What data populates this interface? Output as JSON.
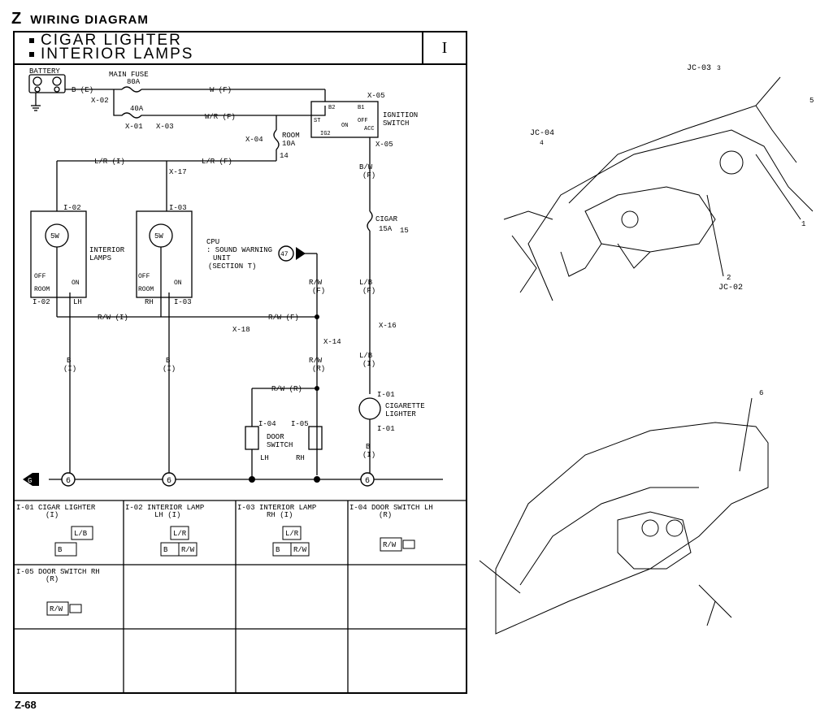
{
  "header": {
    "letter": "Z",
    "title": "WIRING DIAGRAM"
  },
  "footer": {
    "page": "Z-68"
  },
  "panel": {
    "title1": "CIGAR LIGHTER",
    "title2": "INTERIOR LAMPS",
    "section": "I"
  },
  "diagram": {
    "battery": "BATTERY",
    "b_wire": "B (E)",
    "main_fuse": "MAIN FUSE",
    "fuse80": "80A",
    "fuse40": "40A",
    "x02": "X-02",
    "x01": "X-01",
    "x03": "X-03",
    "w_f": "W (F)",
    "wr_f": "W/R (F)",
    "room": "ROOM",
    "room_amp": "10A",
    "x04": "X-04",
    "c14": "14",
    "x05a": "X-05",
    "x05b": "X-05",
    "b2": "B2",
    "b1": "B1",
    "st": "ST",
    "ig2": "IG2",
    "on": "ON",
    "off": "OFF",
    "acc": "ACC",
    "ign1": "IGNITION",
    "ign2": "SWITCH",
    "bw": "B/W",
    "f": "(F)",
    "cigar": "CIGAR",
    "cigar_amp": "15A",
    "c15": "15",
    "lr_i": "L/R (I)",
    "lr_f": "L/R (F)",
    "x17": "X-17",
    "i02": "I-02",
    "i03": "I-03",
    "lamp5w": "5W",
    "int1": "INTERIOR",
    "int2": "LAMPS",
    "cpu1": "CPU",
    "cpu2": ": SOUND WARNING",
    "cpu3": "UNIT",
    "cpu4": "(SECTION T)",
    "c47": "47",
    "rw": "R/W",
    "room_sw": "ROOM",
    "lh": "LH",
    "rh": "RH",
    "rw_i": "R/W (I)",
    "rw_f2": "R/W (F)",
    "x18": "X-18",
    "x14": "X-14",
    "lb": "L/B",
    "x16": "X-16",
    "b": "B",
    "i": "(I)",
    "r": "(R)",
    "rw_r": "R/W (R)",
    "i01": "I-01",
    "cig1": "CIGARETTE",
    "cig2": "LIGHTER",
    "i04": "I-04",
    "i05": "I-05",
    "door1": "DOOR",
    "door2": "SWITCH",
    "ground": "6",
    "g_tag": "G"
  },
  "connectors": [
    {
      "title": "I-01 CIGAR LIGHTER",
      "sub": "(I)",
      "pins": [
        "L/B",
        "B"
      ]
    },
    {
      "title": "I-02 INTERIOR LAMP",
      "sub": "LH (I)",
      "pins": [
        "L/R",
        "B",
        "R/W"
      ]
    },
    {
      "title": "I-03 INTERIOR LAMP",
      "sub": "RH (I)",
      "pins": [
        "L/R",
        "B",
        "R/W"
      ]
    },
    {
      "title": "I-04 DOOR SWITCH LH",
      "sub": "(R)",
      "pins": [
        "R/W"
      ]
    },
    {
      "title": "I-05 DOOR SWITCH RH",
      "sub": "(R)",
      "pins": [
        "R/W"
      ]
    }
  ],
  "locations": {
    "jc03": "JC-03",
    "jc03n": "3",
    "jc04": "JC-04",
    "jc04n": "4",
    "n5": "5",
    "n1": "1",
    "n2": "2",
    "jc02": "JC-02",
    "n6": "6"
  }
}
